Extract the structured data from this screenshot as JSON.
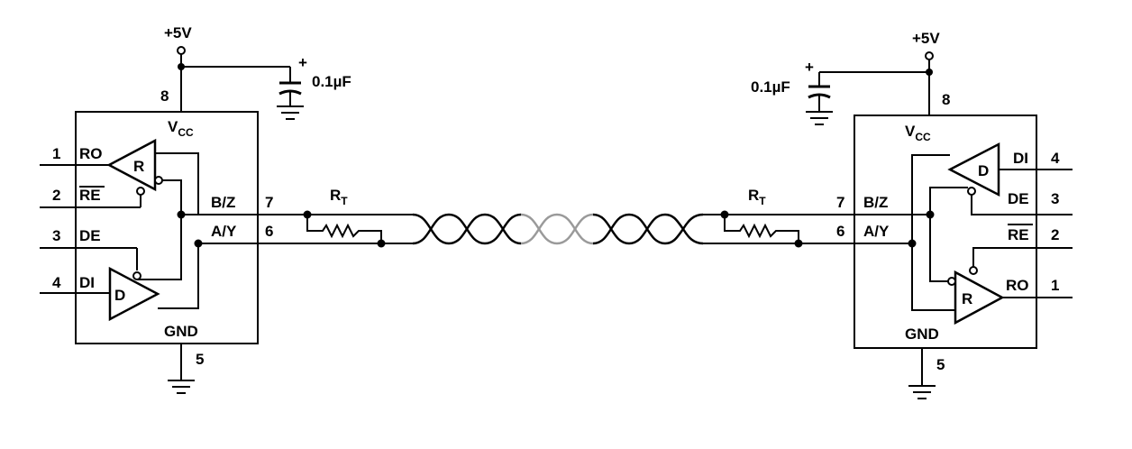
{
  "supply": {
    "label": "+5V",
    "cap": "0.1µF",
    "cap_plus": "+"
  },
  "chip": {
    "vcc": "V",
    "vcc_sub": "CC",
    "gnd": "GND",
    "pin_vcc": "8",
    "pin_gnd": "5",
    "pin_ro": "1",
    "pin_re": "2",
    "pin_de": "3",
    "pin_di": "4",
    "pin_b": "7",
    "pin_a": "6",
    "ro": "RO",
    "re": "RE",
    "de": "DE",
    "di": "DI",
    "b": "B/Z",
    "a": "A/Y",
    "receiver": "R",
    "driver": "D"
  },
  "termination": {
    "label": "R",
    "sub": "T"
  }
}
